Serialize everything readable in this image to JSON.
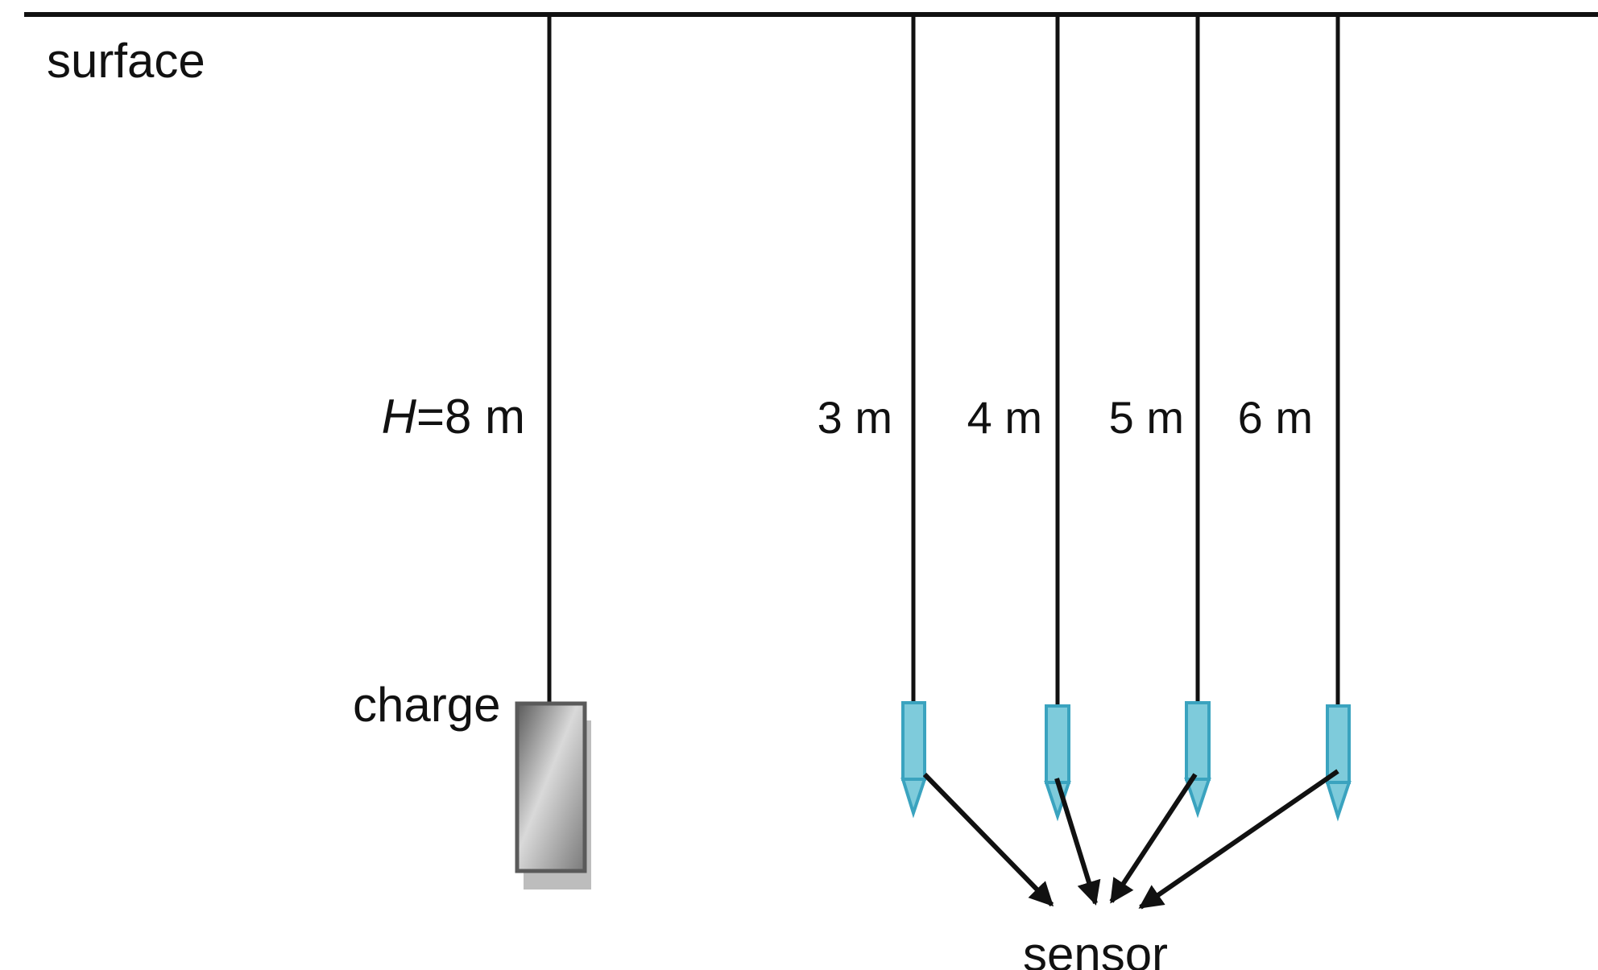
{
  "labels": {
    "surface": "surface",
    "charge": "charge",
    "sensor": "sensor"
  },
  "depths": {
    "charge_H_var": "H",
    "charge_H_rest": "=8 m",
    "sensors": [
      "3 m",
      "4 m",
      "5 m",
      "6 m"
    ]
  },
  "colors": {
    "line": "#111111",
    "sensor_fill": "#7ecbdb",
    "sensor_stroke": "#3aa3bf",
    "charge_dark": "#6a6a6a",
    "charge_light": "#d8d8d8",
    "charge_shadow": "#bdbdbd"
  }
}
